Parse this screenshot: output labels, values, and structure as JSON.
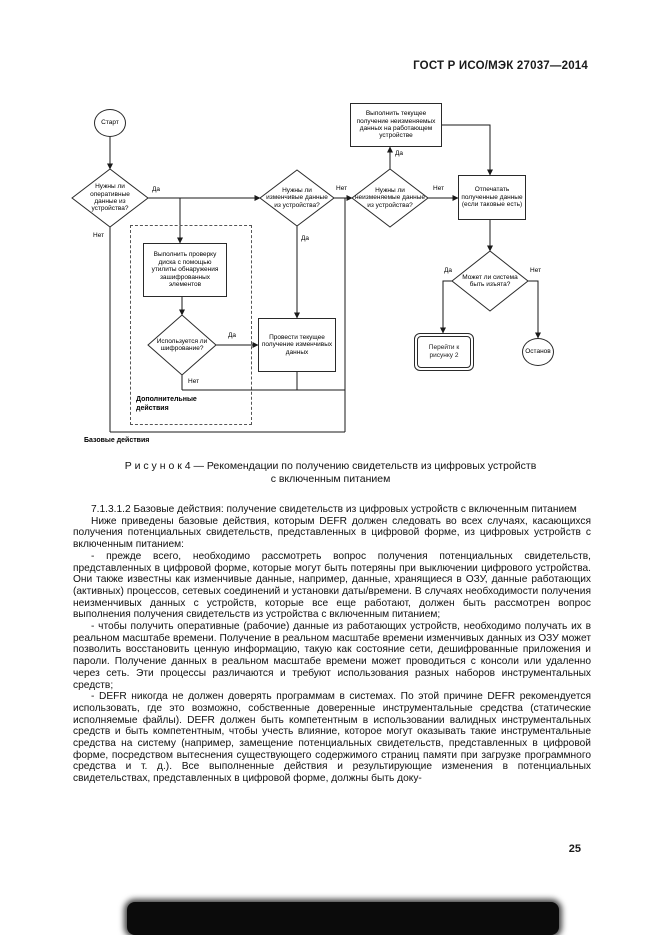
{
  "page": {
    "header": "ГОСТ Р ИСО/МЭК 27037—2014",
    "number": "25"
  },
  "figure": {
    "caption": {
      "line1": "Р и с у н о к  4 — Рекомендации по получению свидетельств из цифровых устройств",
      "line2": "с включенным питанием"
    },
    "regions": {
      "basic": "Базовые действия",
      "additional": "Дополнительные действия"
    },
    "labels": {
      "yes": "Да",
      "no": "Нет"
    },
    "nodes": {
      "start": "Старт",
      "stop": "Останов",
      "d_live": "Нужны ли оперативные данные из устройства?",
      "d_volatile": "Нужны ли изменчивые данные из устройства?",
      "d_nonvolatile": "Нужны ли неизменяемые данные из устройства?",
      "d_encryption": "Используется ли шифрование?",
      "d_seize": "Может ли система быть изъята?",
      "r_disk_check": "Выполнить проверку диска с помощью утилиты обнаружения зашифрованных элементов",
      "r_volatile": "Провести текущее получение изменчивых данных",
      "r_nonvolatile": "Выполнить текущее получение неизменяемых данных на работающем устройстве",
      "r_image": "Отпечатать полученные данные (если таковые есть)",
      "t_goto": "Перейти к рисунку 2"
    }
  },
  "content": {
    "paragraphs": [
      "7.1.3.1.2 Базовые действия: получение свидетельств из цифровых устройств с включенным питанием",
      "Ниже приведены базовые действия, которым DEFR должен следовать во всех случаях, касающихся получения потенциальных свидетельств, представленных в цифровой форме, из цифровых устройств с включенным питанием:",
      "- прежде всего, необходимо рассмотреть вопрос получения потенциальных свидетельств, представленных в цифровой форме, которые могут быть потеряны при выключении цифрового устройства. Они также известны как изменчивые данные, например, данные, хранящиеся в ОЗУ, данные работающих (активных) процессов, сетевых соединений и установки даты/времени. В случаях необходимости получения неизменчивых данных с устройств, которые все еще работают, должен быть рассмотрен вопрос выполнения получения свидетельств из устройства с включенным питанием;",
      "- чтобы получить оперативные (рабочие) данные из работающих устройств, необходимо получать их в реальном масштабе времени. Получение в реальном масштабе времени изменчивых данных из ОЗУ может позволить восстановить ценную информацию, такую как состояние сети, дешифрованные приложения и пароли. Получение данных в реальном масштабе времени может проводиться с консоли или удаленно через сеть. Эти процессы различаются и требуют использования разных наборов инструментальных средств;",
      "- DEFR никогда не должен доверять программам в системах. По этой причине DEFR рекомендуется использовать, где это возможно, собственные доверенные инструментальные средства (статические исполняемые файлы). DEFR должен быть компетентным в использовании валидных инструментальных средств и быть компетентным, чтобы учесть влияние, которое могут оказывать такие инструментальные средства на систему (например, замещение потенциальных свидетельств, представленных в цифровой форме, посредством вытеснения существующего содержимого страниц памяти при загрузке программного средства и т. д.). Все выполненные действия и результирующие изменения в потенциальных свидетельствах, представленных в цифровой форме, должны быть доку-"
    ]
  }
}
